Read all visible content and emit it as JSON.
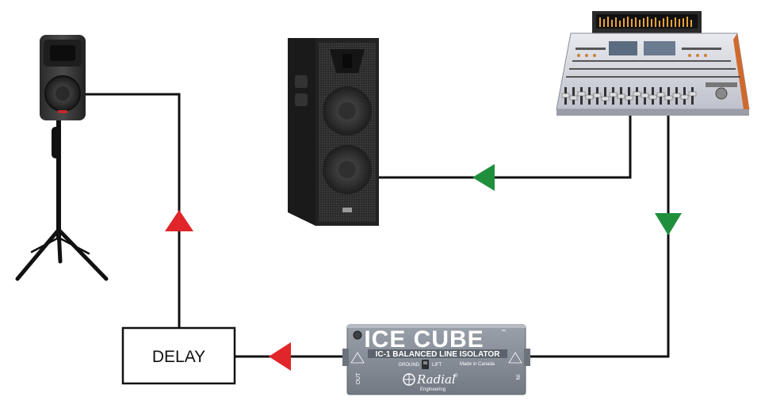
{
  "delay": {
    "label": "DELAY"
  },
  "isolator": {
    "title": "ICE CUBE",
    "trademark": "™",
    "subtitle": "IC-1 BALANCED LINE ISOLATOR",
    "made_in": "Made in Canada",
    "switch_left": "GROUND",
    "switch_right": "LIFT",
    "brand": "Radial",
    "brand_mark": "®",
    "brand_sub": "Engineering",
    "port_out": "OUT",
    "port_in": "IN"
  },
  "arrow_colors": {
    "red": "#e0262a",
    "green": "#1f8f3c"
  },
  "components": [
    {
      "name": "monitor-speaker-on-stand"
    },
    {
      "name": "main-speaker-cabinet"
    },
    {
      "name": "mixing-console"
    },
    {
      "name": "balanced-line-isolator"
    },
    {
      "name": "delay-unit"
    }
  ]
}
